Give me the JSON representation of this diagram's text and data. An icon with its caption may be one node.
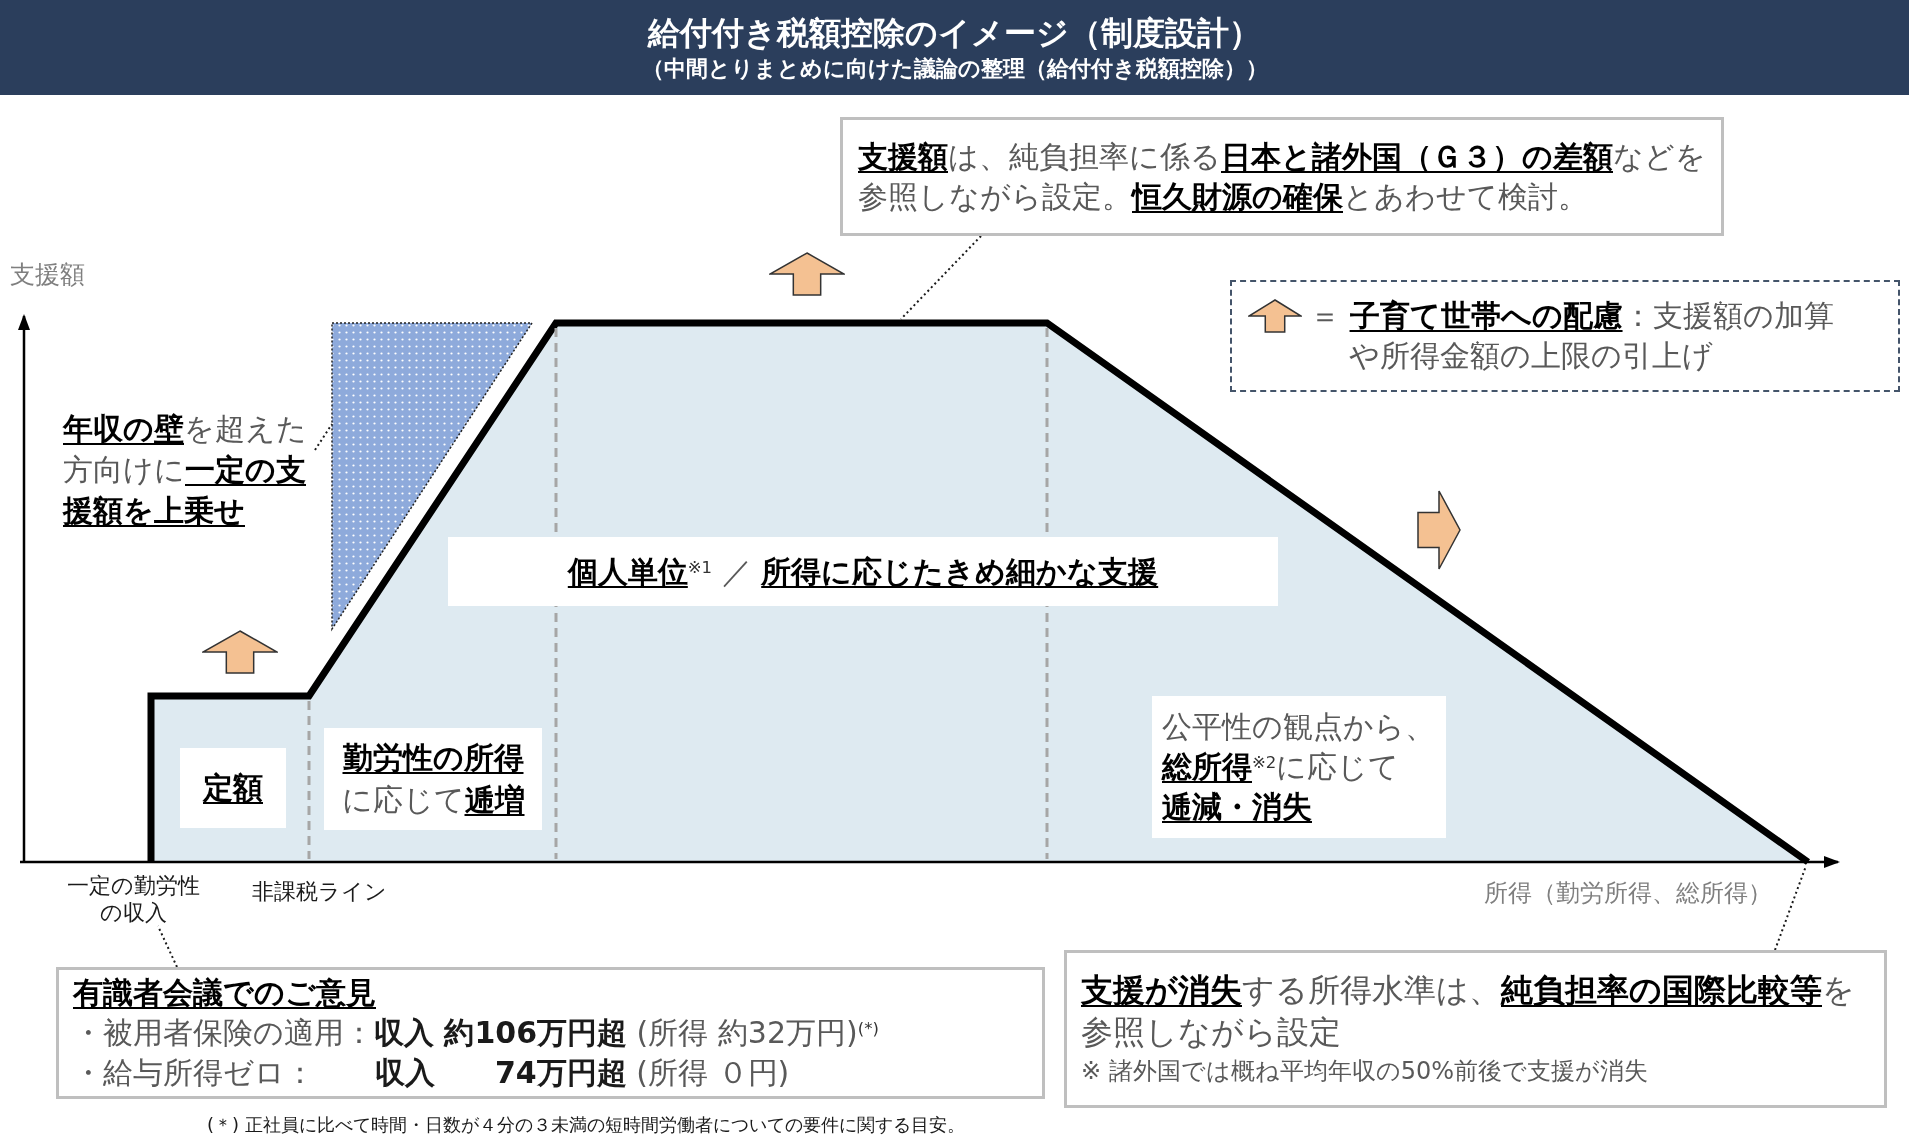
{
  "diagram": {
    "title": "給付付き税額控除のイメージ（制度設計）",
    "nodes": [
      {
        "text": [
          "**支援額**は、純負担率に係る**日本と諸外国（Ｇ３）の差額**などを参照しながら設定。**恒久財源の確保**とあわせて検討。"
        ]
      },
      {
        "text": [
          "**年収の壁**を超えた方向けに**一定の支援額を上乗せ**"
        ]
      },
      {
        "text": [],
        "shape": "triangle"
      },
      {
        "text": [
          "**個人単位**$^{※1}$ ／ **所得に応じたきめ細かな支援**"
        ]
      },
      {
        "text": [
          "定額"
        ]
      },
      {
        "text": [
          "**勤労性の所得**に応じて**逓増**"
        ]
      },
      {
        "text": [
          "公平性の観点から、**総所得**$^{※2}$に応じて**逓減・消失**"
        ]
      },
      {
        "text": [
          "一定の勤労性の収入"
        ]
      },
      {
        "text": [
          "有識者会議でのご意見",
          "・被用者保険の適用：**収入 約106万円超** (所得 約32万円)$^{(*)}$",
          "・給与所得ゼロ：　　**収入　　74万円超** (所得 ０円)"
        ]
      },
      {
        "text": [
          "**支援が消失**する所得水準は、**純負担率の国際比較等**を参照しながら設定",
          "※ 諸外国では概ね平均年収の50%前後で支援が消失"
        ]
      }
    ],
    "edges": [
      {
        "from": 0,
        "to": null,
        "arrow": "none"
      },
      {
        "from": 1,
        "to": 2,
        "arrow": "none"
      },
      {
        "from": 8,
        "to": 7,
        "arrow": "none"
      },
      {
        "from": 9,
        "to": null,
        "arrow": "none"
      }
    ],
    "labels": [
      "（中間とりまとめに向けた議論の整理（給付付き税額控除））",
      "支援額",
      "非課税ライン",
      "所得（勤労所得、総所得）",
      "(＊) 正社員に比べて時間・日数が４分の３未満の短時間労働者についての要件に関する目安。"
    ],
    "legend": [
      {
        "text": "＝ **子育て世帯への配慮**：支援額の加算や所得金額の上限の引上げ"
      }
    ]
  }
}
